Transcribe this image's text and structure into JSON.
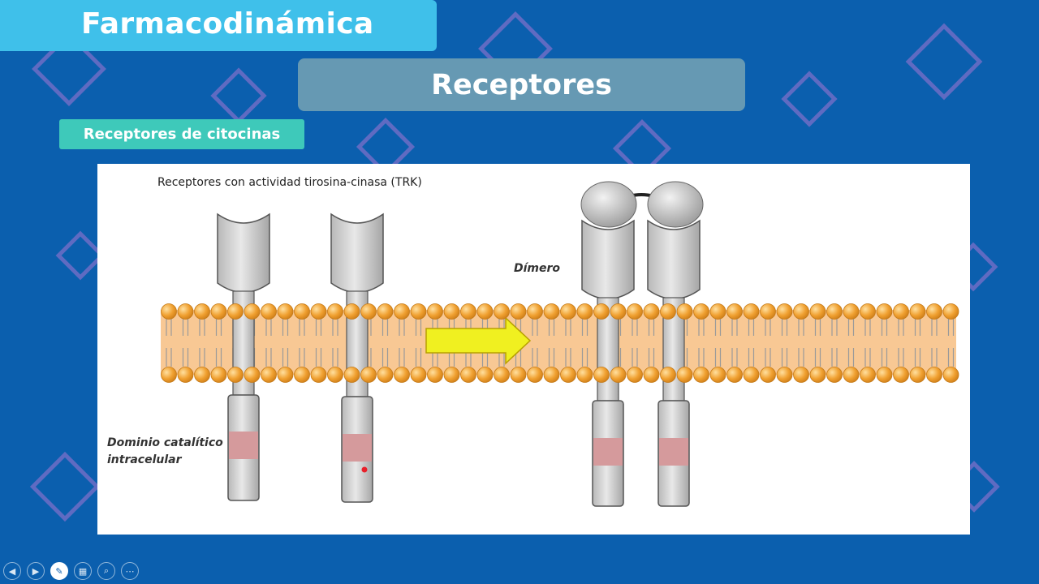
{
  "slide": {
    "title": "Farmacodinámica",
    "subtitle": "Receptores",
    "section": "Receptores de citocinas"
  },
  "figure": {
    "heading": "Receptores con actividad tirosina-cinasa (TRK)",
    "dimer_label": "Dímero",
    "domain_label_line1": "Dominio catalítico",
    "domain_label_line2": "intracelular"
  },
  "controls": [
    {
      "icon": "previous-icon",
      "glyph": "◀"
    },
    {
      "icon": "next-icon",
      "glyph": "▶"
    },
    {
      "icon": "pen-icon",
      "glyph": "✎"
    },
    {
      "icon": "slides-icon",
      "glyph": "▦"
    },
    {
      "icon": "zoom-icon",
      "glyph": "⌕"
    },
    {
      "icon": "more-icon",
      "glyph": "⋯"
    }
  ],
  "colors": {
    "background": "#0b5fae",
    "title_bar": "#3fc0ea",
    "subtitle_box": "#6699b3",
    "section_label": "#3ec9ba",
    "membrane": "#f8c894",
    "lipid_head": "#f0a030",
    "arrow": "#f0f020",
    "catalytic_band": "#d59a9c"
  }
}
